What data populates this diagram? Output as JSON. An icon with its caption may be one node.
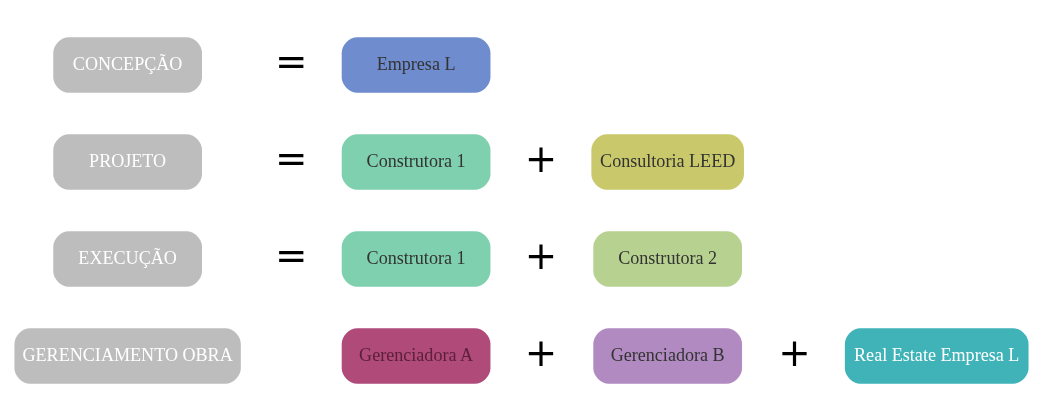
{
  "diagram": {
    "nodes": [
      {
        "text": [
          "CONCEPÇÃO"
        ]
      },
      {
        "text": [
          "Empresa L"
        ]
      },
      {
        "text": [
          "PROJETO"
        ]
      },
      {
        "text": [
          "Construtora 1"
        ]
      },
      {
        "text": [
          "Consultoria LEED"
        ]
      },
      {
        "text": [
          "EXECUÇÃO"
        ]
      },
      {
        "text": [
          "Construtora 1"
        ]
      },
      {
        "text": [
          "Construtora 2"
        ]
      },
      {
        "text": [
          "GERENCIAMENTO OBRA"
        ]
      },
      {
        "text": [
          "Gerenciadora A"
        ]
      },
      {
        "text": [
          "Gerenciadora B"
        ]
      },
      {
        "text": [
          "Real Estate Empresa L"
        ]
      }
    ],
    "labels": [
      "=",
      "=",
      "+",
      "=",
      "+",
      "+",
      "+"
    ]
  }
}
